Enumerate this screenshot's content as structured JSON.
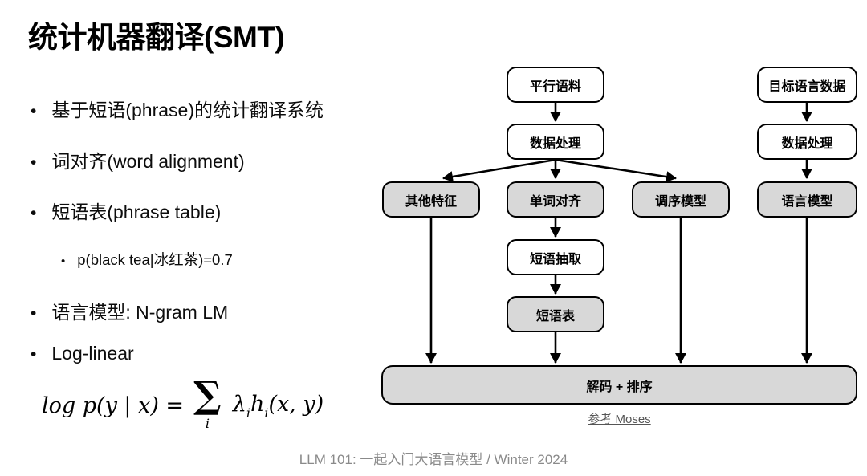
{
  "slide": {
    "title": "统计机器翻译(SMT)",
    "bullets": {
      "b1": "基于短语(phrase)的统计翻译系统",
      "b2": "词对齐(word alignment)",
      "b3": "短语表(phrase table)",
      "b3_sub": "p(black tea|冰红茶)=0.7",
      "b4": "语言模型: N-gram LM",
      "b5": "Log-linear"
    },
    "formula": {
      "lhs": "log p(y | x) =",
      "sigma": "∑",
      "sigma_sub": "i",
      "lambda": "λ",
      "sub_i": "i",
      "h": "h",
      "args": "(x, y)"
    },
    "footer": "LLM 101: 一起入门大语言模型 / Winter 2024"
  },
  "flowchart": {
    "nodes": {
      "parallel_corpus": {
        "label": "平行语料",
        "fill": "white"
      },
      "target_language_data": {
        "label": "目标语言数据",
        "fill": "white"
      },
      "data_processing_left": {
        "label": "数据处理",
        "fill": "white"
      },
      "data_processing_right": {
        "label": "数据处理",
        "fill": "white"
      },
      "other_features": {
        "label": "其他特征",
        "fill": "gray"
      },
      "word_alignment": {
        "label": "单词对齐",
        "fill": "gray"
      },
      "reordering_model": {
        "label": "调序模型",
        "fill": "gray"
      },
      "language_model": {
        "label": "语言模型",
        "fill": "gray"
      },
      "phrase_extraction": {
        "label": "短语抽取",
        "fill": "white"
      },
      "phrase_table": {
        "label": "短语表",
        "fill": "gray"
      },
      "decode_rerank": {
        "label": "解码 + 排序",
        "fill": "gray"
      }
    },
    "edges": [
      {
        "from": "parallel_corpus",
        "to": "data_processing_left"
      },
      {
        "from": "target_language_data",
        "to": "data_processing_right"
      },
      {
        "from": "data_processing_left",
        "to": "other_features"
      },
      {
        "from": "data_processing_left",
        "to": "word_alignment"
      },
      {
        "from": "data_processing_left",
        "to": "reordering_model"
      },
      {
        "from": "data_processing_right",
        "to": "language_model"
      },
      {
        "from": "word_alignment",
        "to": "phrase_extraction"
      },
      {
        "from": "phrase_extraction",
        "to": "phrase_table"
      },
      {
        "from": "other_features",
        "to": "decode_rerank"
      },
      {
        "from": "phrase_table",
        "to": "decode_rerank"
      },
      {
        "from": "reordering_model",
        "to": "decode_rerank"
      },
      {
        "from": "language_model",
        "to": "decode_rerank"
      }
    ],
    "reference": "参考 Moses"
  },
  "colors": {
    "node_gray": "#d8d8d8",
    "node_white": "#ffffff",
    "border_black": "#000000",
    "reference_text": "#555555",
    "footer_text": "#8a8a8a"
  }
}
